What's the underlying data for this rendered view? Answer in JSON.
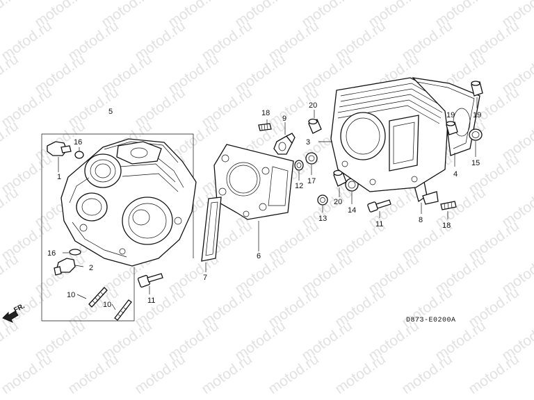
{
  "watermark": "motod.ru",
  "diagram_code": "D873-E0200A",
  "front_label": "FR.",
  "callouts": {
    "c1": "1",
    "c2": "2",
    "c3": "3",
    "c4": "4",
    "c5": "5",
    "c6": "6",
    "c7": "7",
    "c8": "8",
    "c9": "9",
    "c10a": "10",
    "c10b": "10",
    "c11a": "11",
    "c11b": "11",
    "c12": "12",
    "c13": "13",
    "c14": "14",
    "c15": "15",
    "c16a": "16",
    "c16b": "16",
    "c17": "17",
    "c18a": "18",
    "c18b": "18",
    "c19a": "19",
    "c19b": "19",
    "c20a": "20",
    "c20b": "20"
  }
}
